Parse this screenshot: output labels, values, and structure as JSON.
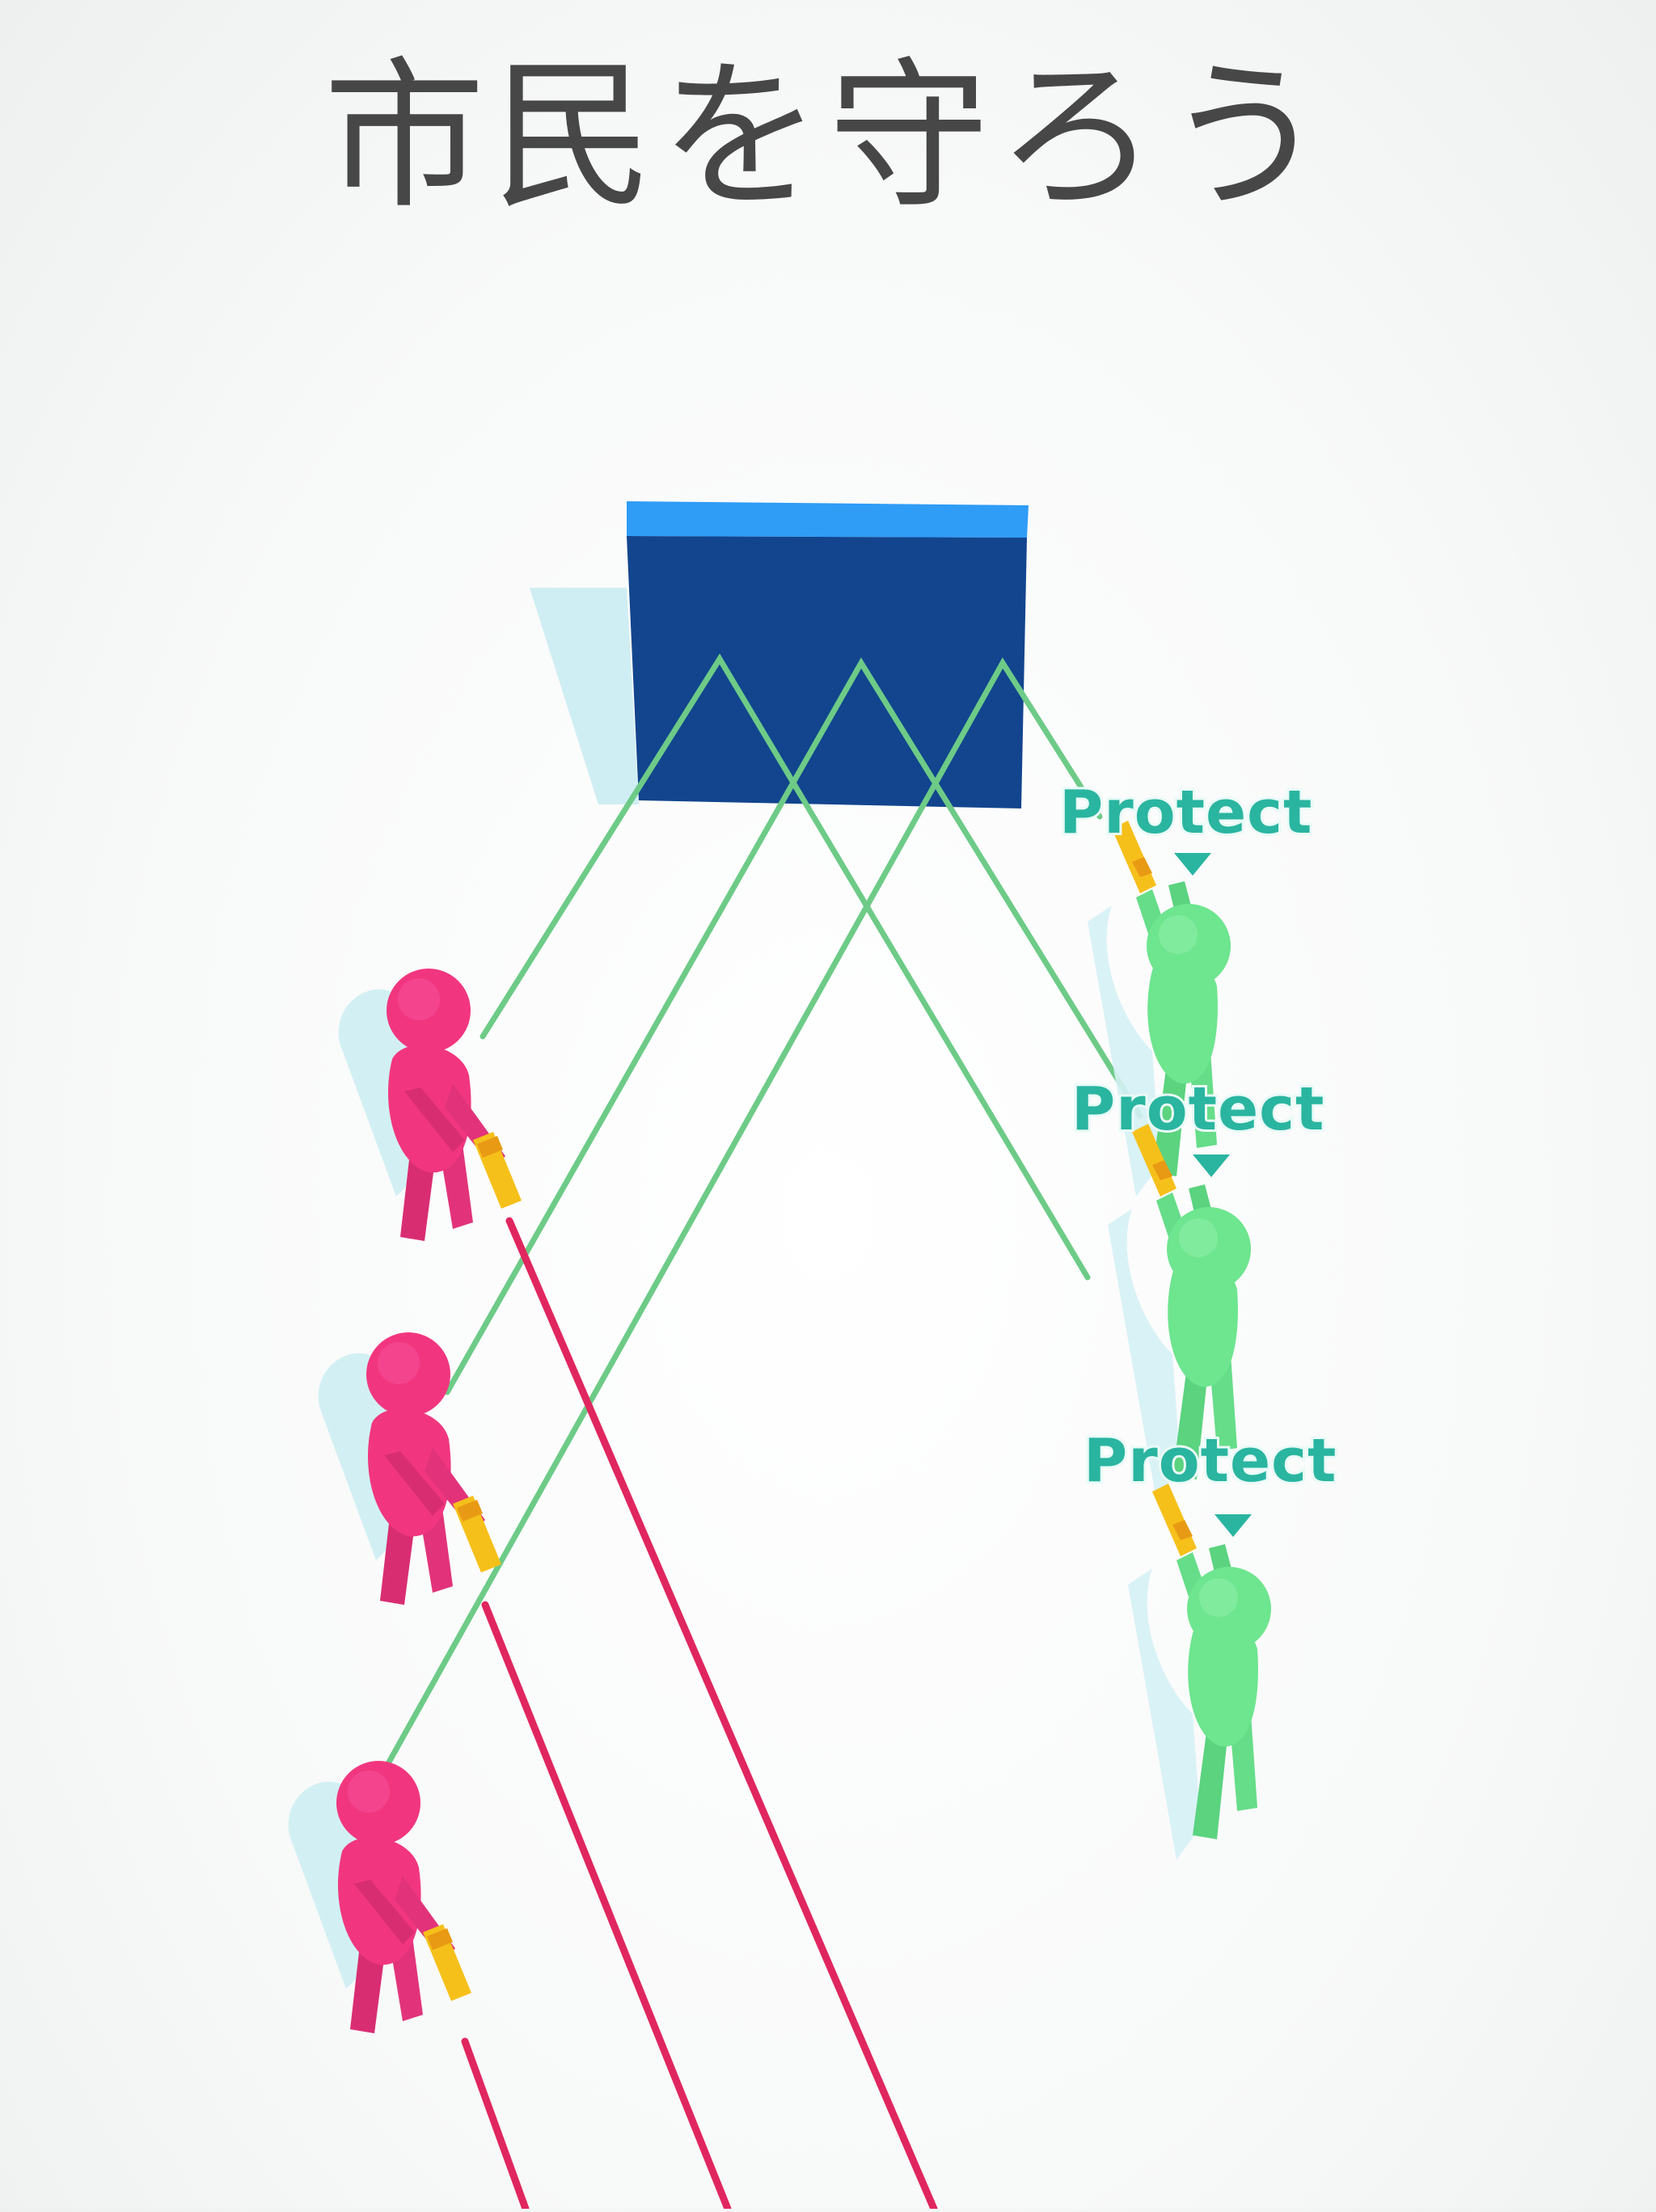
{
  "title": "市民を守ろう",
  "labels": {
    "protect_1": "Protect",
    "protect_2": "Protect",
    "protect_3": "Protect"
  },
  "colors": {
    "wall_front": "#12458e",
    "wall_top": "#2f9cf6",
    "enemy": "#f1367f",
    "civilian": "#6ee58f",
    "laser_bounce": "#6dcb87",
    "laser_enemy": "#e0265f",
    "gun": "#f6c01b",
    "marker": "#2ab5a0"
  },
  "icons": {
    "enemy": "enemy-stickman-icon",
    "civilian": "civilian-stickman-icon",
    "wall": "wall-block-icon",
    "marker": "down-triangle-marker-icon"
  }
}
